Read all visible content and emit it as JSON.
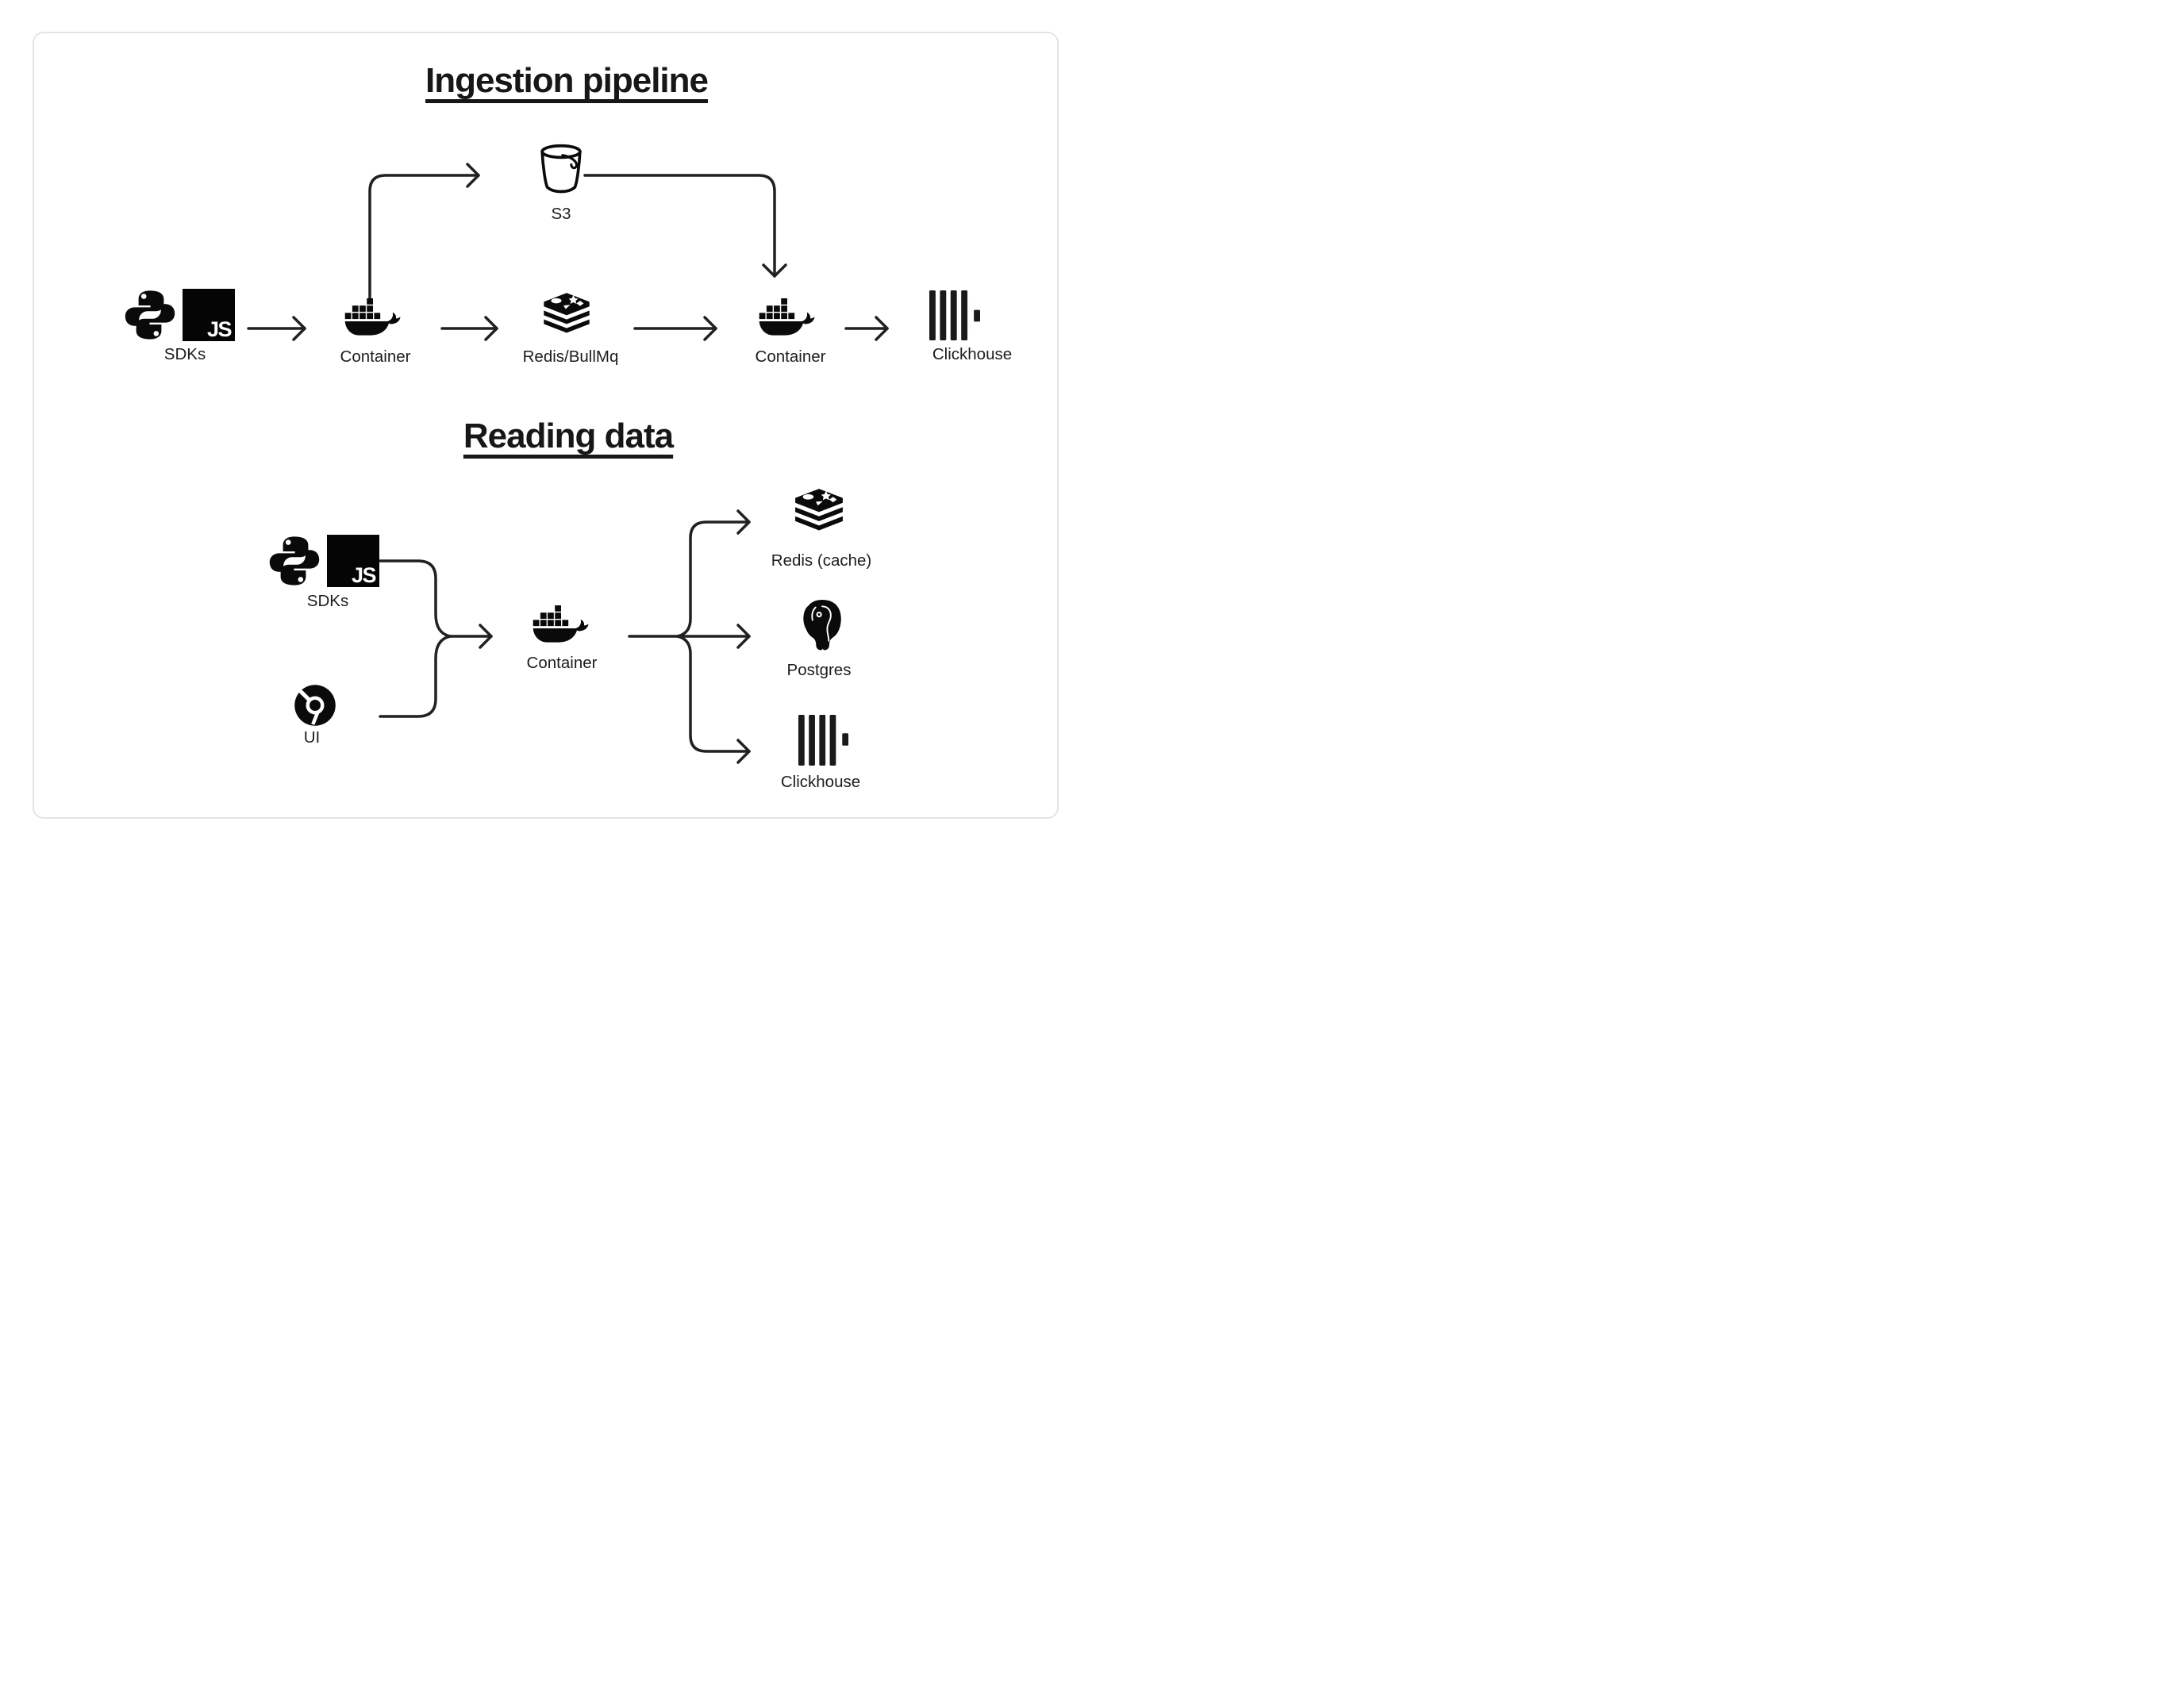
{
  "colors": {
    "ink": "#1d1d1f",
    "icon_black": "#0a0a0a",
    "line": "#212121",
    "card_border": "#e4e4e7",
    "background": "#ffffff"
  },
  "logo_text": {
    "js": "JS"
  },
  "ingestion": {
    "title": "Ingestion pipeline",
    "labels": {
      "sdks": "SDKs",
      "container_in": "Container",
      "queue": "Redis/BullMq",
      "container_worker": "Container",
      "clickhouse": "Clickhouse",
      "s3": "S3"
    },
    "edges": [
      "SDKs -> Container",
      "Container -> S3",
      "Container -> Redis/BullMq",
      "S3 -> Container",
      "Redis/BullMq -> Container",
      "Container -> Clickhouse"
    ]
  },
  "reading": {
    "title": "Reading data",
    "labels": {
      "sdks": "SDKs",
      "ui": "UI",
      "container": "Container",
      "redis_cache": "Redis (cache)",
      "postgres": "Postgres",
      "clickhouse": "Clickhouse"
    },
    "edges": [
      "SDKs -> Container",
      "UI -> Container",
      "Container -> Redis (cache)",
      "Container -> Postgres",
      "Container -> Clickhouse"
    ]
  }
}
